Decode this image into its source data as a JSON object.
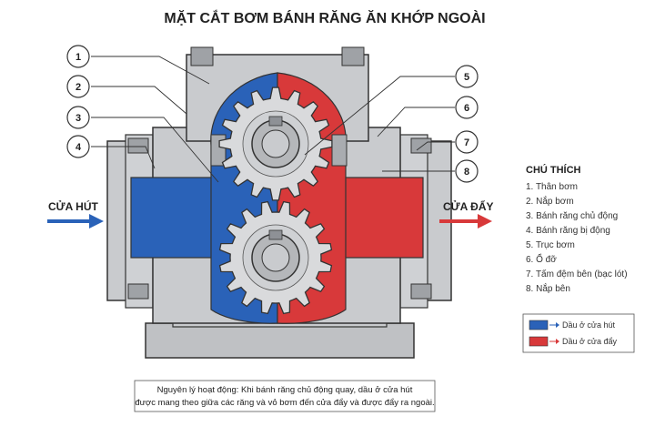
{
  "title": "MẶT CẮT BƠM BÁNH RĂNG ĂN KHỚP NGOÀI",
  "colors": {
    "suction": "#2a62b8",
    "discharge": "#d8393a",
    "housing": "#c9cbce",
    "housing_dark": "#8e9196",
    "gear": "#d9dadc",
    "shaft": "#b5b7ba",
    "line": "#333333"
  },
  "callouts": [
    "1",
    "2",
    "3",
    "4",
    "5",
    "6",
    "7",
    "8"
  ],
  "inlet_label": "CỬA HÚT",
  "outlet_label": "CỬA ĐẨY",
  "legend": {
    "title": "CHÚ THÍCH",
    "items": [
      "1. Thân bơm",
      "2. Nắp bơm",
      "3. Bánh răng chủ động",
      "4. Bánh răng bị động",
      "5. Trục bơm",
      "6. Ổ đỡ",
      "7. Tấm đệm bên (bạc lót)",
      "8. Nắp bên"
    ]
  },
  "color_key": [
    {
      "label": "Dầu ở cửa hút",
      "color": "#2a62b8"
    },
    {
      "label": "Dầu ở cửa đẩy",
      "color": "#d8393a"
    }
  ],
  "note": {
    "line1": "Nguyên lý hoạt động: Khi bánh răng chủ động quay, dầu ở cửa hút",
    "line2": "được mang theo giữa các răng và vỏ bơm đến cửa đẩy và được đẩy ra ngoài."
  }
}
